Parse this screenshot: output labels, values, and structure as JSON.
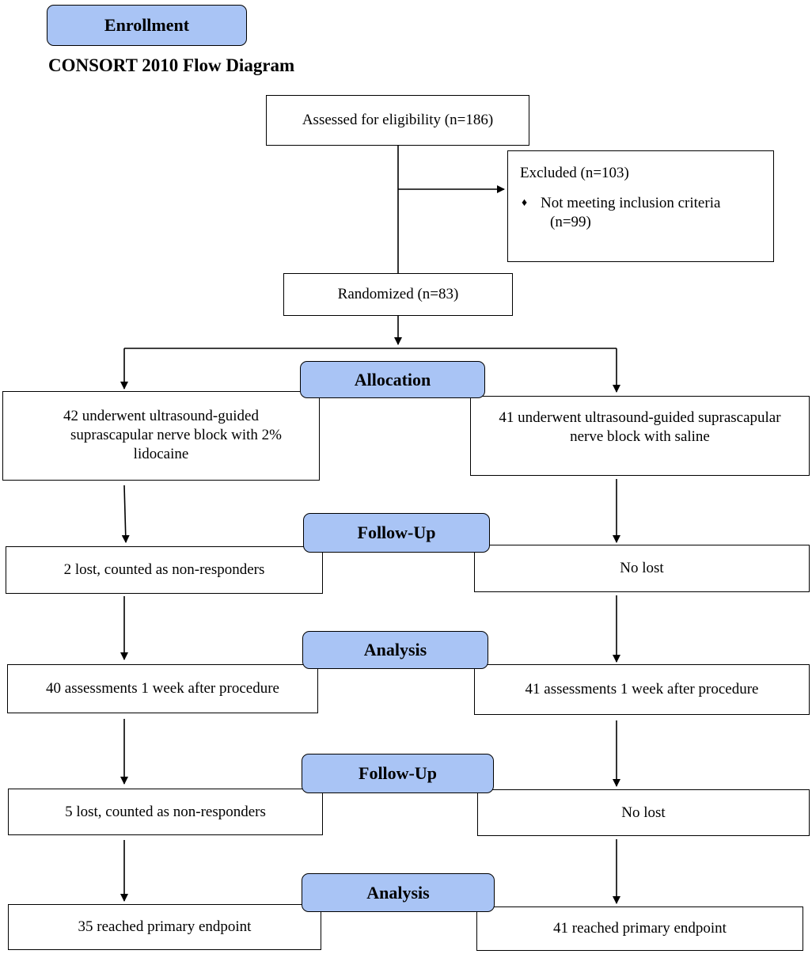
{
  "title": "CONSORT 2010 Flow Diagram",
  "stages": {
    "enrollment": "Enrollment",
    "allocation": "Allocation",
    "follow_up_1": "Follow-Up",
    "analysis_1": "Analysis",
    "follow_up_2": "Follow-Up",
    "analysis_2": "Analysis"
  },
  "boxes": {
    "assessed": "Assessed for eligibility (n=186)",
    "excluded": {
      "title": "Excluded (n=103)",
      "bullet": "♦",
      "item_line1": "Not meeting inclusion criteria",
      "item_line2": "(n=99)"
    },
    "randomized": "Randomized (n=83)",
    "left": {
      "allocation_line1": "42 underwent ultrasound-guided",
      "allocation_line2": "suprascapular nerve block with 2%",
      "allocation_line3": "lidocaine",
      "followup_1": "2 lost, counted as non-responders",
      "analysis_1": "40 assessments 1 week after procedure",
      "followup_2": "5 lost, counted as non-responders",
      "analysis_2": "35 reached primary endpoint"
    },
    "right": {
      "allocation_line1": "41 underwent ultrasound-guided suprascapular",
      "allocation_line2": "nerve block with saline",
      "followup_1": "No lost",
      "analysis_1": "41 assessments 1 week after procedure",
      "followup_2": "No lost",
      "analysis_2": "41 reached primary endpoint"
    }
  }
}
